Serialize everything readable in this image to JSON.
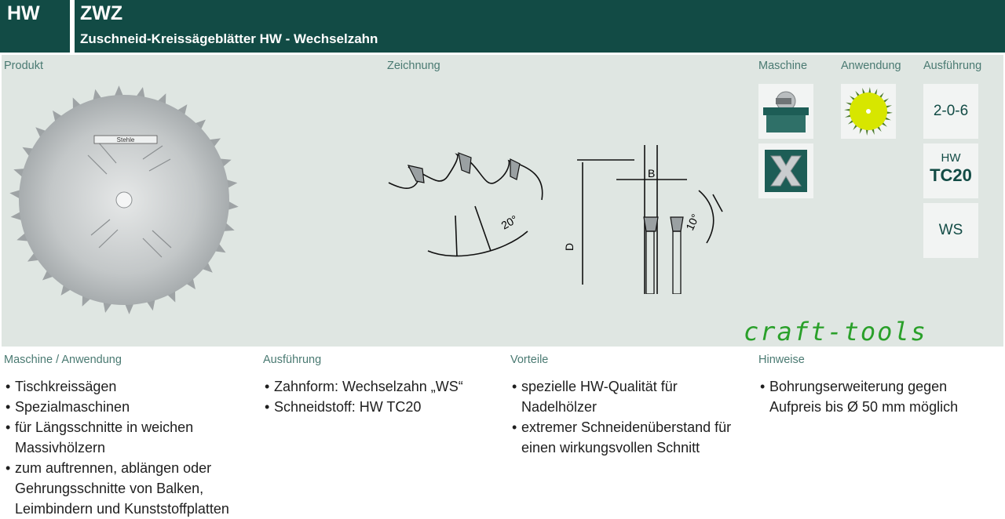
{
  "header": {
    "code": "HW",
    "title": "ZWZ",
    "subtitle": "Zuschneid-Kreissägeblätter HW - Wechselzahn"
  },
  "panel": {
    "produkt_label": "Produkt",
    "zeichnung_label": "Zeichnung",
    "maschine_label": "Maschine",
    "anwendung_label": "Anwendung",
    "ausfuehrung_label": "Ausführung",
    "blade_brand": "Stehle",
    "drawing": {
      "angle_20": "20°",
      "angle_10": "10°",
      "dim_B": "B",
      "dim_b": "b",
      "dim_D": "D"
    },
    "ausfuehrung_code": "2-0-6",
    "material_small": "HW",
    "material_big": "TC20",
    "tooth_form": "WS",
    "brand_logo": "craft-tools",
    "icons": [
      "table-saw-icon",
      "x-machine-icon",
      "saw-blade-icon"
    ]
  },
  "sections": [
    {
      "title": "Maschine / Anwendung",
      "items": [
        "Tischkreissägen",
        "Spezialmaschinen",
        "für Längsschnitte in weichen Massivhölzern",
        "zum auftrennen, ablängen oder Gehrungsschnitte von Balken, Leimbindern und Kunststoffplatten"
      ]
    },
    {
      "title": "Ausführung",
      "items": [
        "Zahnform: Wechselzahn „WS“",
        "Schneidstoff: HW TC20"
      ]
    },
    {
      "title": "Vorteile",
      "items": [
        "spezielle HW-Qualität für Nadelhölzer",
        "extremer Schneidenüberstand für einen wirkungsvollen Schnitt"
      ]
    },
    {
      "title": "Hinweise",
      "items": [
        "Bohrungserweiterung gegen Aufpreis bis Ø 50 mm möglich"
      ]
    }
  ],
  "colors": {
    "header_bg": "#124b45",
    "panel_bg": "#dfe6e2",
    "label": "#4a7a72",
    "brand_green": "#2aa02a",
    "blade_yellow": "#d7e600"
  }
}
